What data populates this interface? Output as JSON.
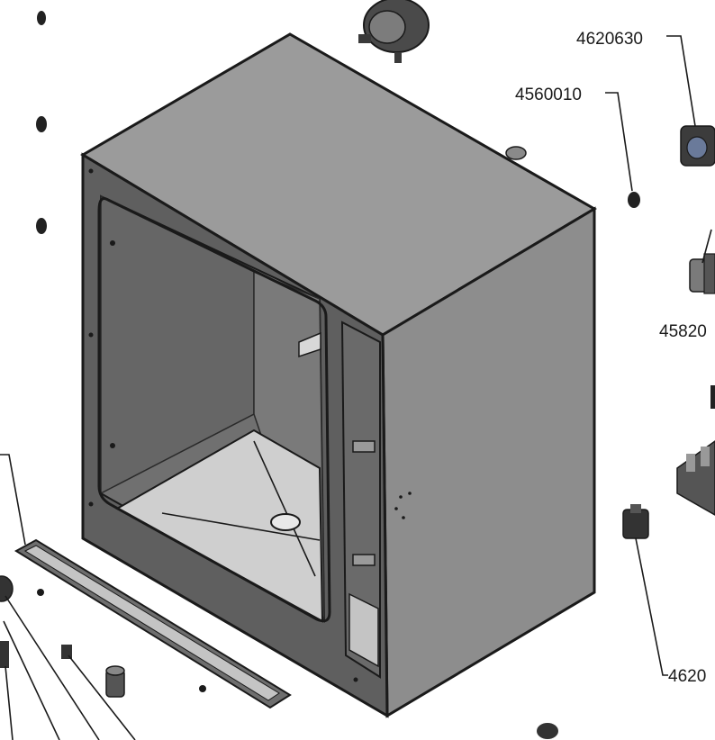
{
  "diagram": {
    "type": "exploded-parts-view",
    "part_labels": [
      {
        "id": "p1",
        "text": "4620630"
      },
      {
        "id": "p2",
        "text": "4560010"
      },
      {
        "id": "p3",
        "text": "45820"
      },
      {
        "id": "p4",
        "text": "4620"
      }
    ],
    "colors": {
      "cabinet_top": "#9a9a9a",
      "cabinet_right": "#8c8c8c",
      "cabinet_front_frame": "#5e5e5e",
      "cabinet_interior": "#6e6e6e",
      "cabinet_floor": "#c8c8c8",
      "outline": "#1a1a1a",
      "part_dark": "#3a3a3a",
      "background": "#ffffff"
    }
  }
}
